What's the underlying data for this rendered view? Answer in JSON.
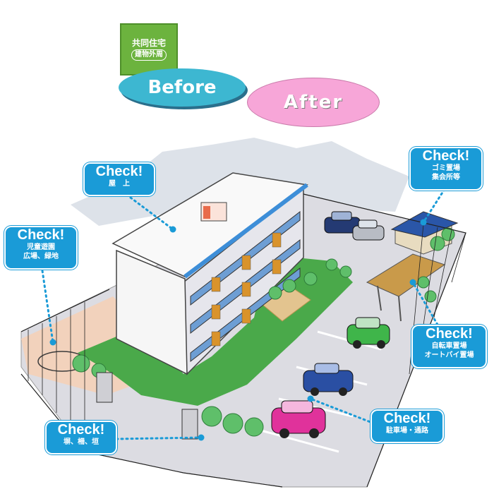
{
  "badge": {
    "line1": "共同住宅",
    "line2": "建物外周"
  },
  "tabs": {
    "before": "Before",
    "after": "After"
  },
  "callouts": {
    "rooftop": {
      "check": "Check!",
      "label": "屋　上"
    },
    "trash": {
      "check": "Check!",
      "label1": "ゴミ置場",
      "label2": "集会所等"
    },
    "playground": {
      "check": "Check!",
      "label1": "児童遊園",
      "label2": "広場、緑地"
    },
    "bicycle": {
      "check": "Check!",
      "label1": "自転車置場",
      "label2": "オートバイ置場"
    },
    "parking": {
      "check": "Check!",
      "label": "駐車場・通路"
    },
    "fence": {
      "check": "Check!",
      "label": "塀、柵、垣"
    }
  },
  "colors": {
    "callout": "#1a9bd7",
    "before_pill": "#3db7d1",
    "after_pill": "#f7a6d8",
    "badge": "#6cb33e",
    "grass": "#4aa94a",
    "ground": "#d9d9de",
    "building": "#f4f4f4",
    "balcony": "#6d9ed4",
    "door": "#d9932b"
  }
}
